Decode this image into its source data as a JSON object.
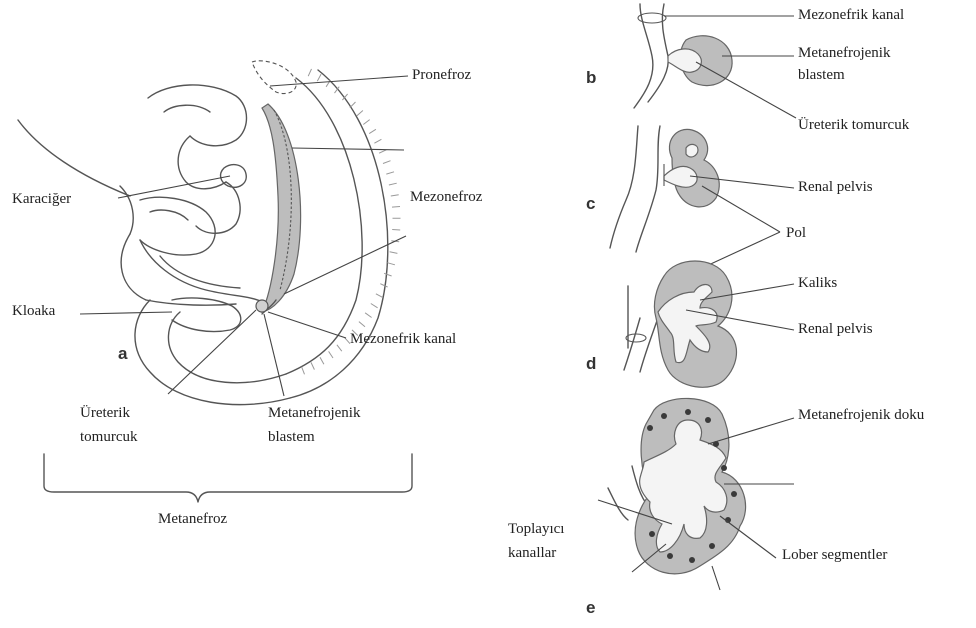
{
  "labels": {
    "a_pronefroz": "Pronefroz",
    "a_karaciger": "Karaciğer",
    "a_mezonefroz": "Mezonefroz",
    "a_kloaka": "Kloaka",
    "a_mezonefrik_kanal": "Mezonefrik kanal",
    "a_ureterik_1": "Üreterik",
    "a_ureterik_2": "tomurcuk",
    "a_metanefrojenik_1": "Metanefrojenik",
    "a_metanefrojenik_2": "blastem",
    "a_metanefroz": "Metanefroz",
    "b_mezonefrik_kanal": "Mezonefrik kanal",
    "b_metanefrojenik_1": "Metanefrojenik",
    "b_metanefrojenik_2": "blastem",
    "b_ureterik": "Üreterik tomurcuk",
    "c_renal_pelvis": "Renal pelvis",
    "c_pol": "Pol",
    "d_kaliks": "Kaliks",
    "d_renal_pelvis": "Renal pelvis",
    "e_metanefrojenik_doku": "Metanefrojenik doku",
    "e_toplayici_1": "Toplayıcı",
    "e_toplayici_2": "kanallar",
    "e_lober": "Lober segmentler"
  },
  "panels": {
    "a": "a",
    "b": "b",
    "c": "c",
    "d": "d",
    "e": "e"
  }
}
